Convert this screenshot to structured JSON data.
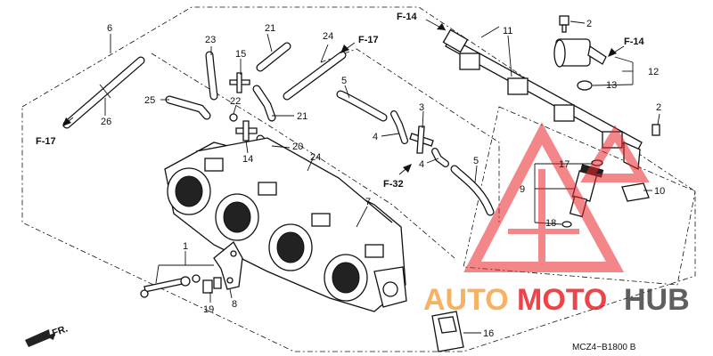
{
  "part_labels": {
    "p1": "1",
    "p2a": "2",
    "p2b": "2",
    "p3": "3",
    "p4a": "4",
    "p4b": "4",
    "p5a": "5",
    "p5b": "5",
    "p6": "6",
    "p7": "7",
    "p8": "8",
    "p9": "9",
    "p10": "10",
    "p11": "11",
    "p12": "12",
    "p13": "13",
    "p14": "14",
    "p15": "15",
    "p16": "16",
    "p17": "17",
    "p18": "18",
    "p19": "19",
    "p20": "20",
    "p21a": "21",
    "p21b": "21",
    "p22": "22",
    "p23": "23",
    "p24a": "24",
    "p24b": "24",
    "p25": "25",
    "p26": "26"
  },
  "references": {
    "f14_top": "F-14",
    "f14_right": "F-14",
    "f17_top": "F-17",
    "f17_left": "F-17",
    "f32": "F-32"
  },
  "front_indicator": "FR.",
  "diagram_code": "MCZ4−B1800 B",
  "watermark": {
    "text_a": "AUTO",
    "text_b": "MOTO",
    "text_c": "HUB",
    "color_a": "#f5a54a",
    "color_b": "#e8242a",
    "color_c": "#444444"
  }
}
